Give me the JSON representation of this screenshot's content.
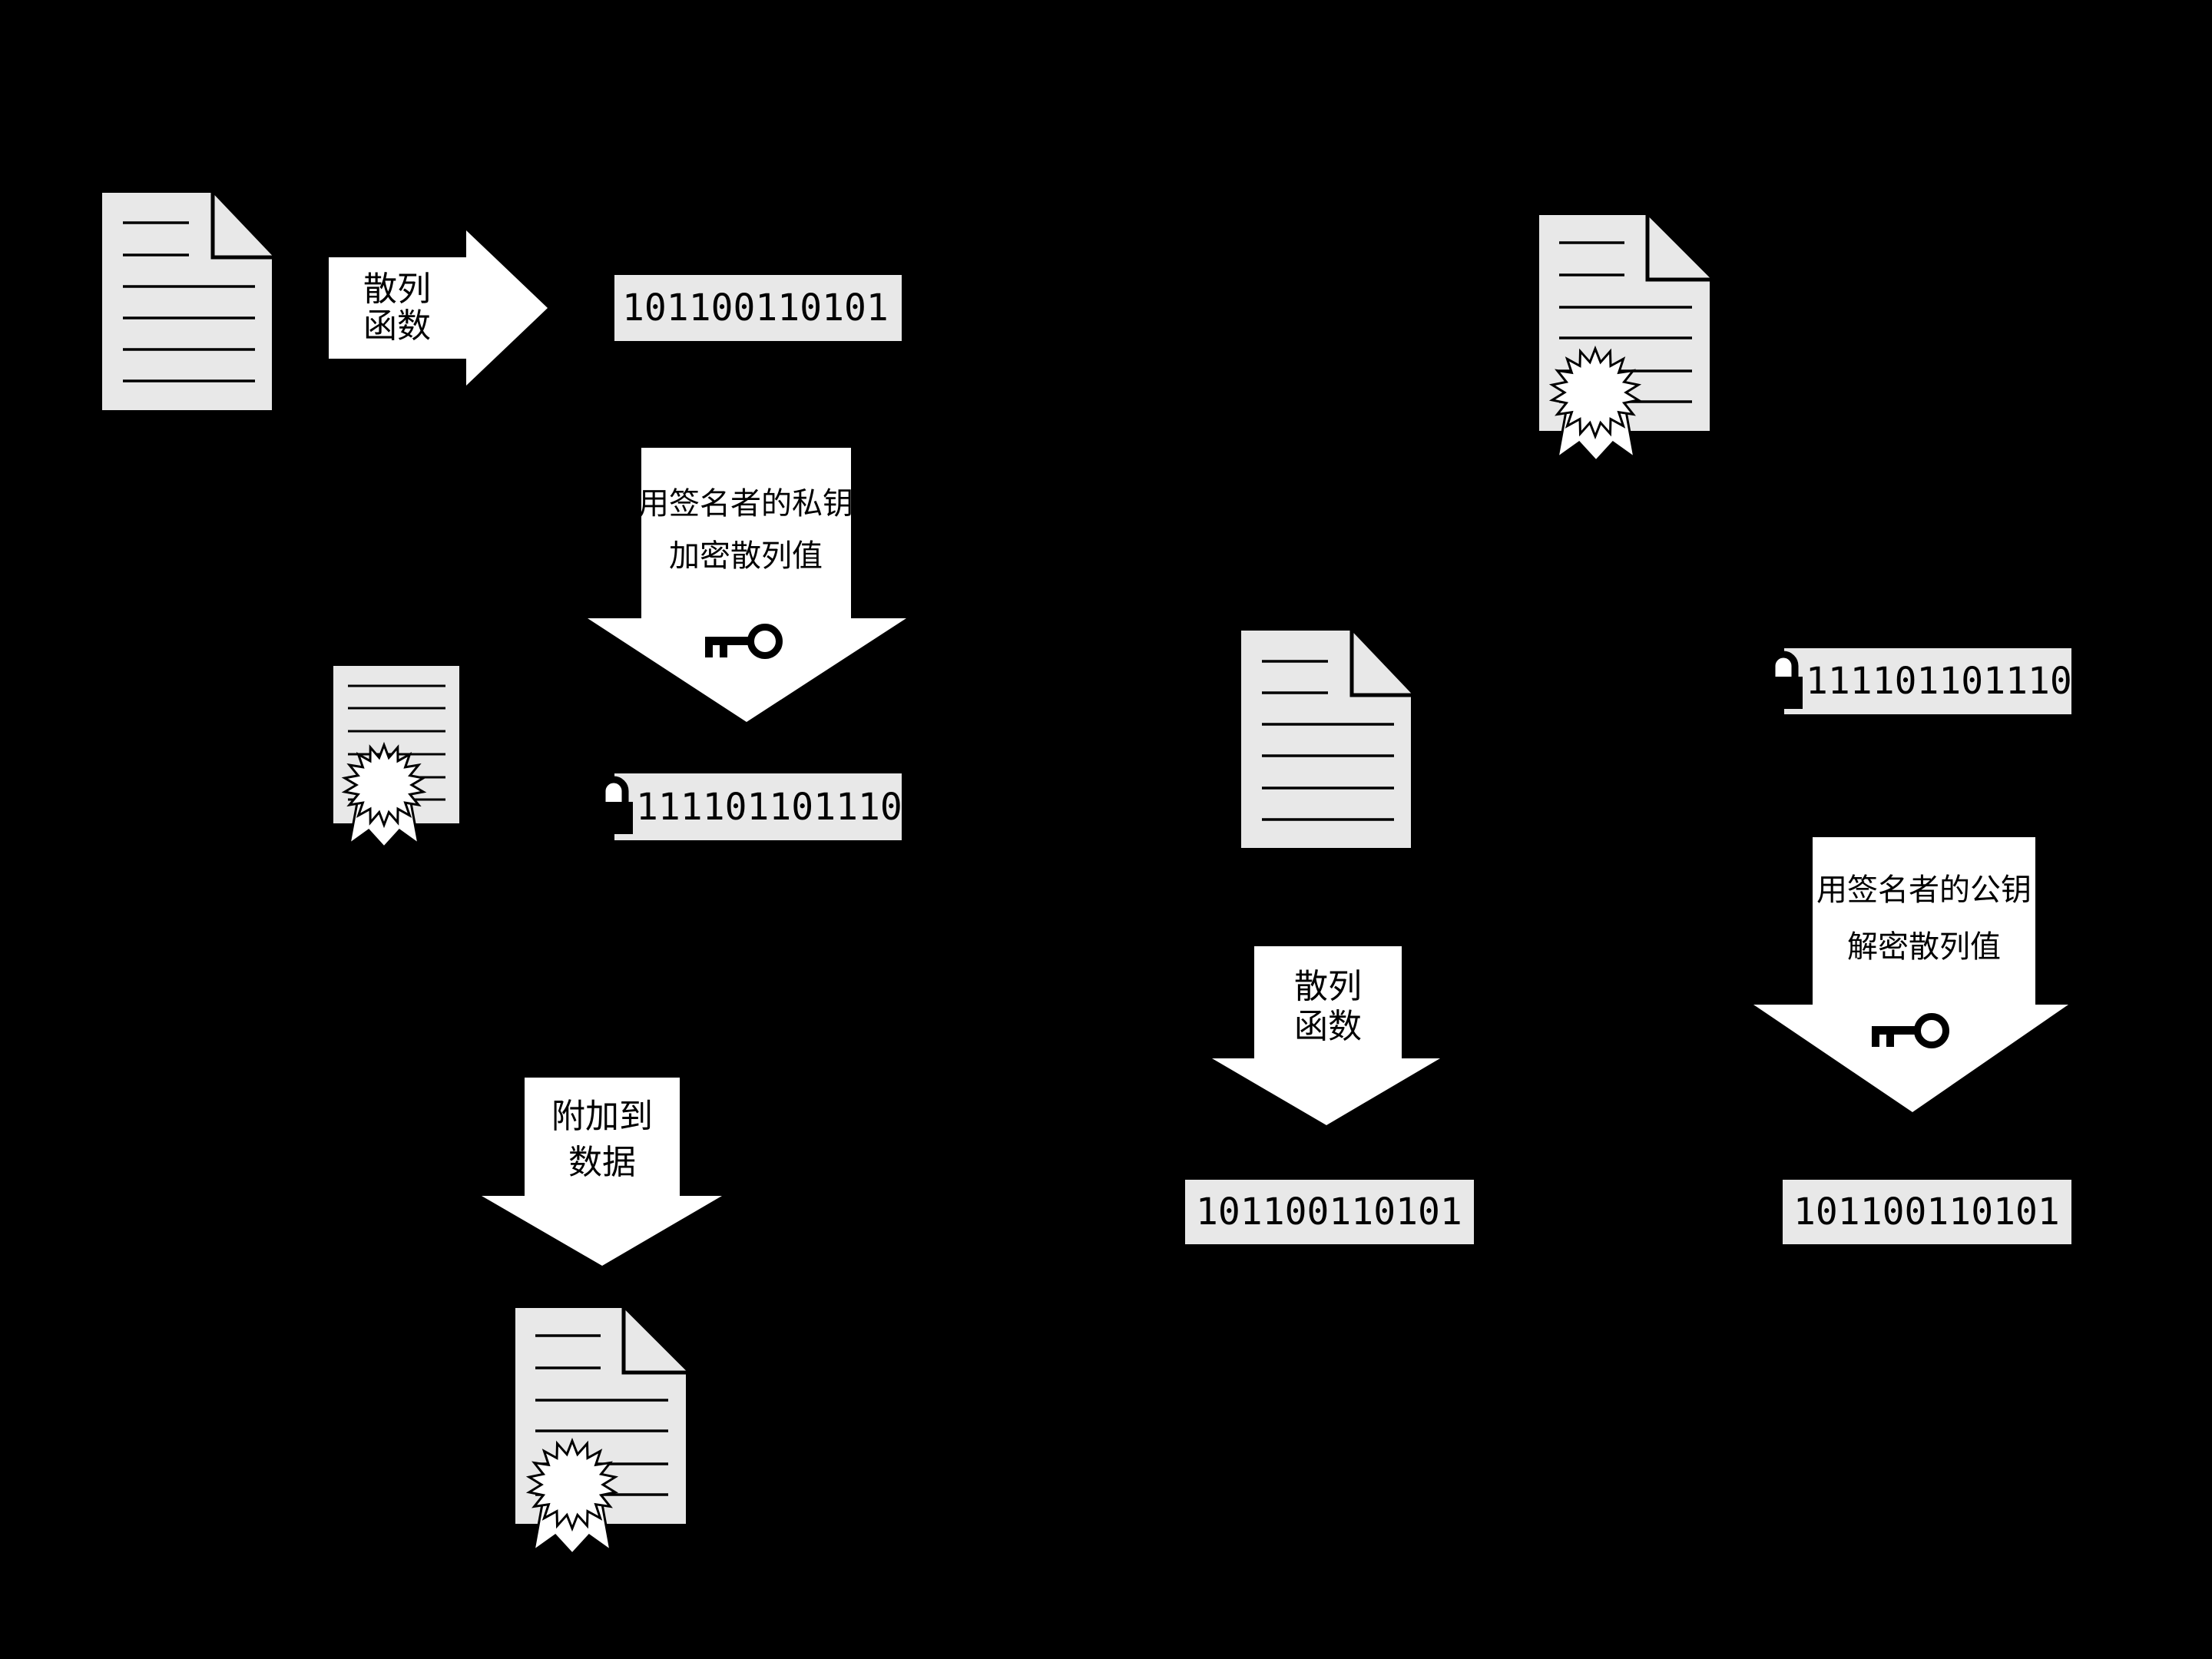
{
  "diagram": {
    "title_semantic": "digital-signature-sign-and-verify-flow",
    "background": "#000000"
  },
  "colors": {
    "document_fill": "#e8e8e8",
    "arrow_fill": "#ffffff",
    "stroke": "#000000",
    "text": "#000000"
  },
  "labels": {
    "hash_function": {
      "line1": "散列",
      "line2": "函数"
    },
    "encrypt_private": {
      "line1": "用签名者的私钥",
      "line2": "加密散列值"
    },
    "decrypt_public": {
      "line1": "用签名者的公钥",
      "line2": "解密散列值"
    },
    "append_data": {
      "line1": "附加到",
      "line2": "数据"
    }
  },
  "values": {
    "hash": "101100110101",
    "signature": "111101101110"
  }
}
